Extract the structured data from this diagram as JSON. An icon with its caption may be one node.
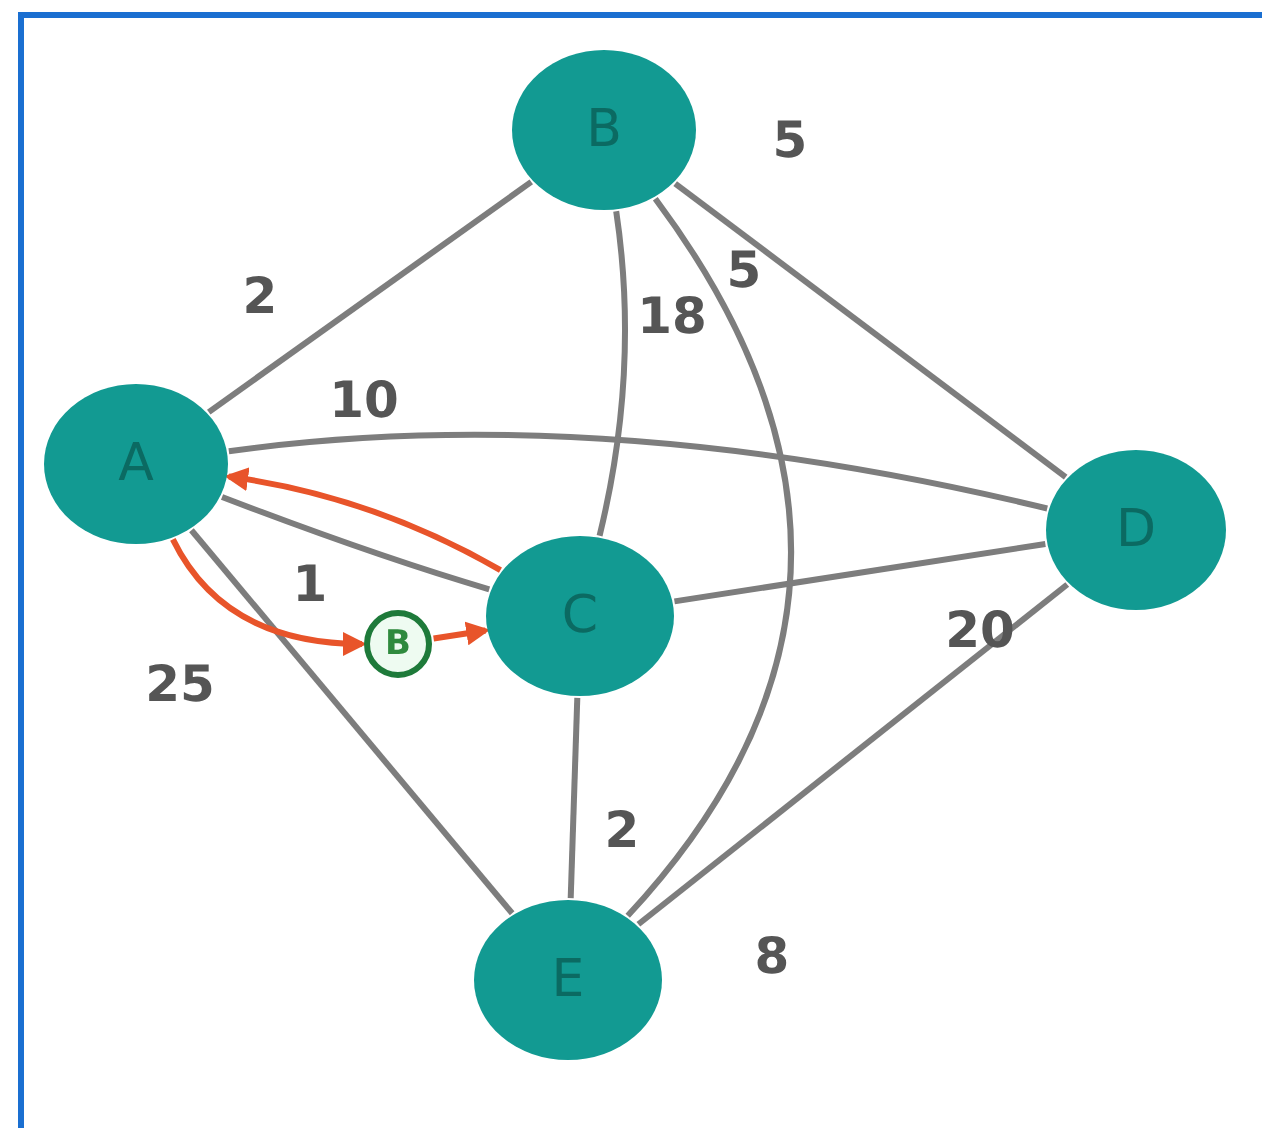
{
  "diagram": {
    "nodes": [
      {
        "text": [
          "A"
        ]
      },
      {
        "text": [
          "B"
        ]
      },
      {
        "text": [
          "C"
        ]
      },
      {
        "text": [
          "D"
        ]
      },
      {
        "text": [
          "E"
        ]
      },
      {
        "text": [
          "B"
        ]
      }
    ],
    "edges": [
      {
        "from": 0,
        "to": 1,
        "arrow": "none",
        "label": "2"
      },
      {
        "from": 0,
        "to": 3,
        "arrow": "none",
        "label": "10"
      },
      {
        "from": 0,
        "to": 2,
        "arrow": "none",
        "label": "1"
      },
      {
        "from": 0,
        "to": 4,
        "arrow": "none",
        "label": "25"
      },
      {
        "from": 1,
        "to": 2,
        "arrow": "none",
        "label": "18"
      },
      {
        "from": 1,
        "to": 4,
        "arrow": "none",
        "label": "5"
      },
      {
        "from": 1,
        "to": 3,
        "arrow": "none",
        "label": "5"
      },
      {
        "from": 2,
        "to": 3,
        "arrow": "none",
        "label": "20"
      },
      {
        "from": 2,
        "to": 4,
        "arrow": "none",
        "label": "2"
      },
      {
        "from": 4,
        "to": 3,
        "arrow": "none",
        "label": "8"
      },
      {
        "from": 2,
        "to": 0,
        "arrow": "to",
        "color": "#e8542a"
      },
      {
        "from": 0,
        "to": 5,
        "arrow": "to",
        "color": "#e8542a"
      },
      {
        "from": 5,
        "to": 2,
        "arrow": "to",
        "color": "#e8542a"
      }
    ]
  }
}
